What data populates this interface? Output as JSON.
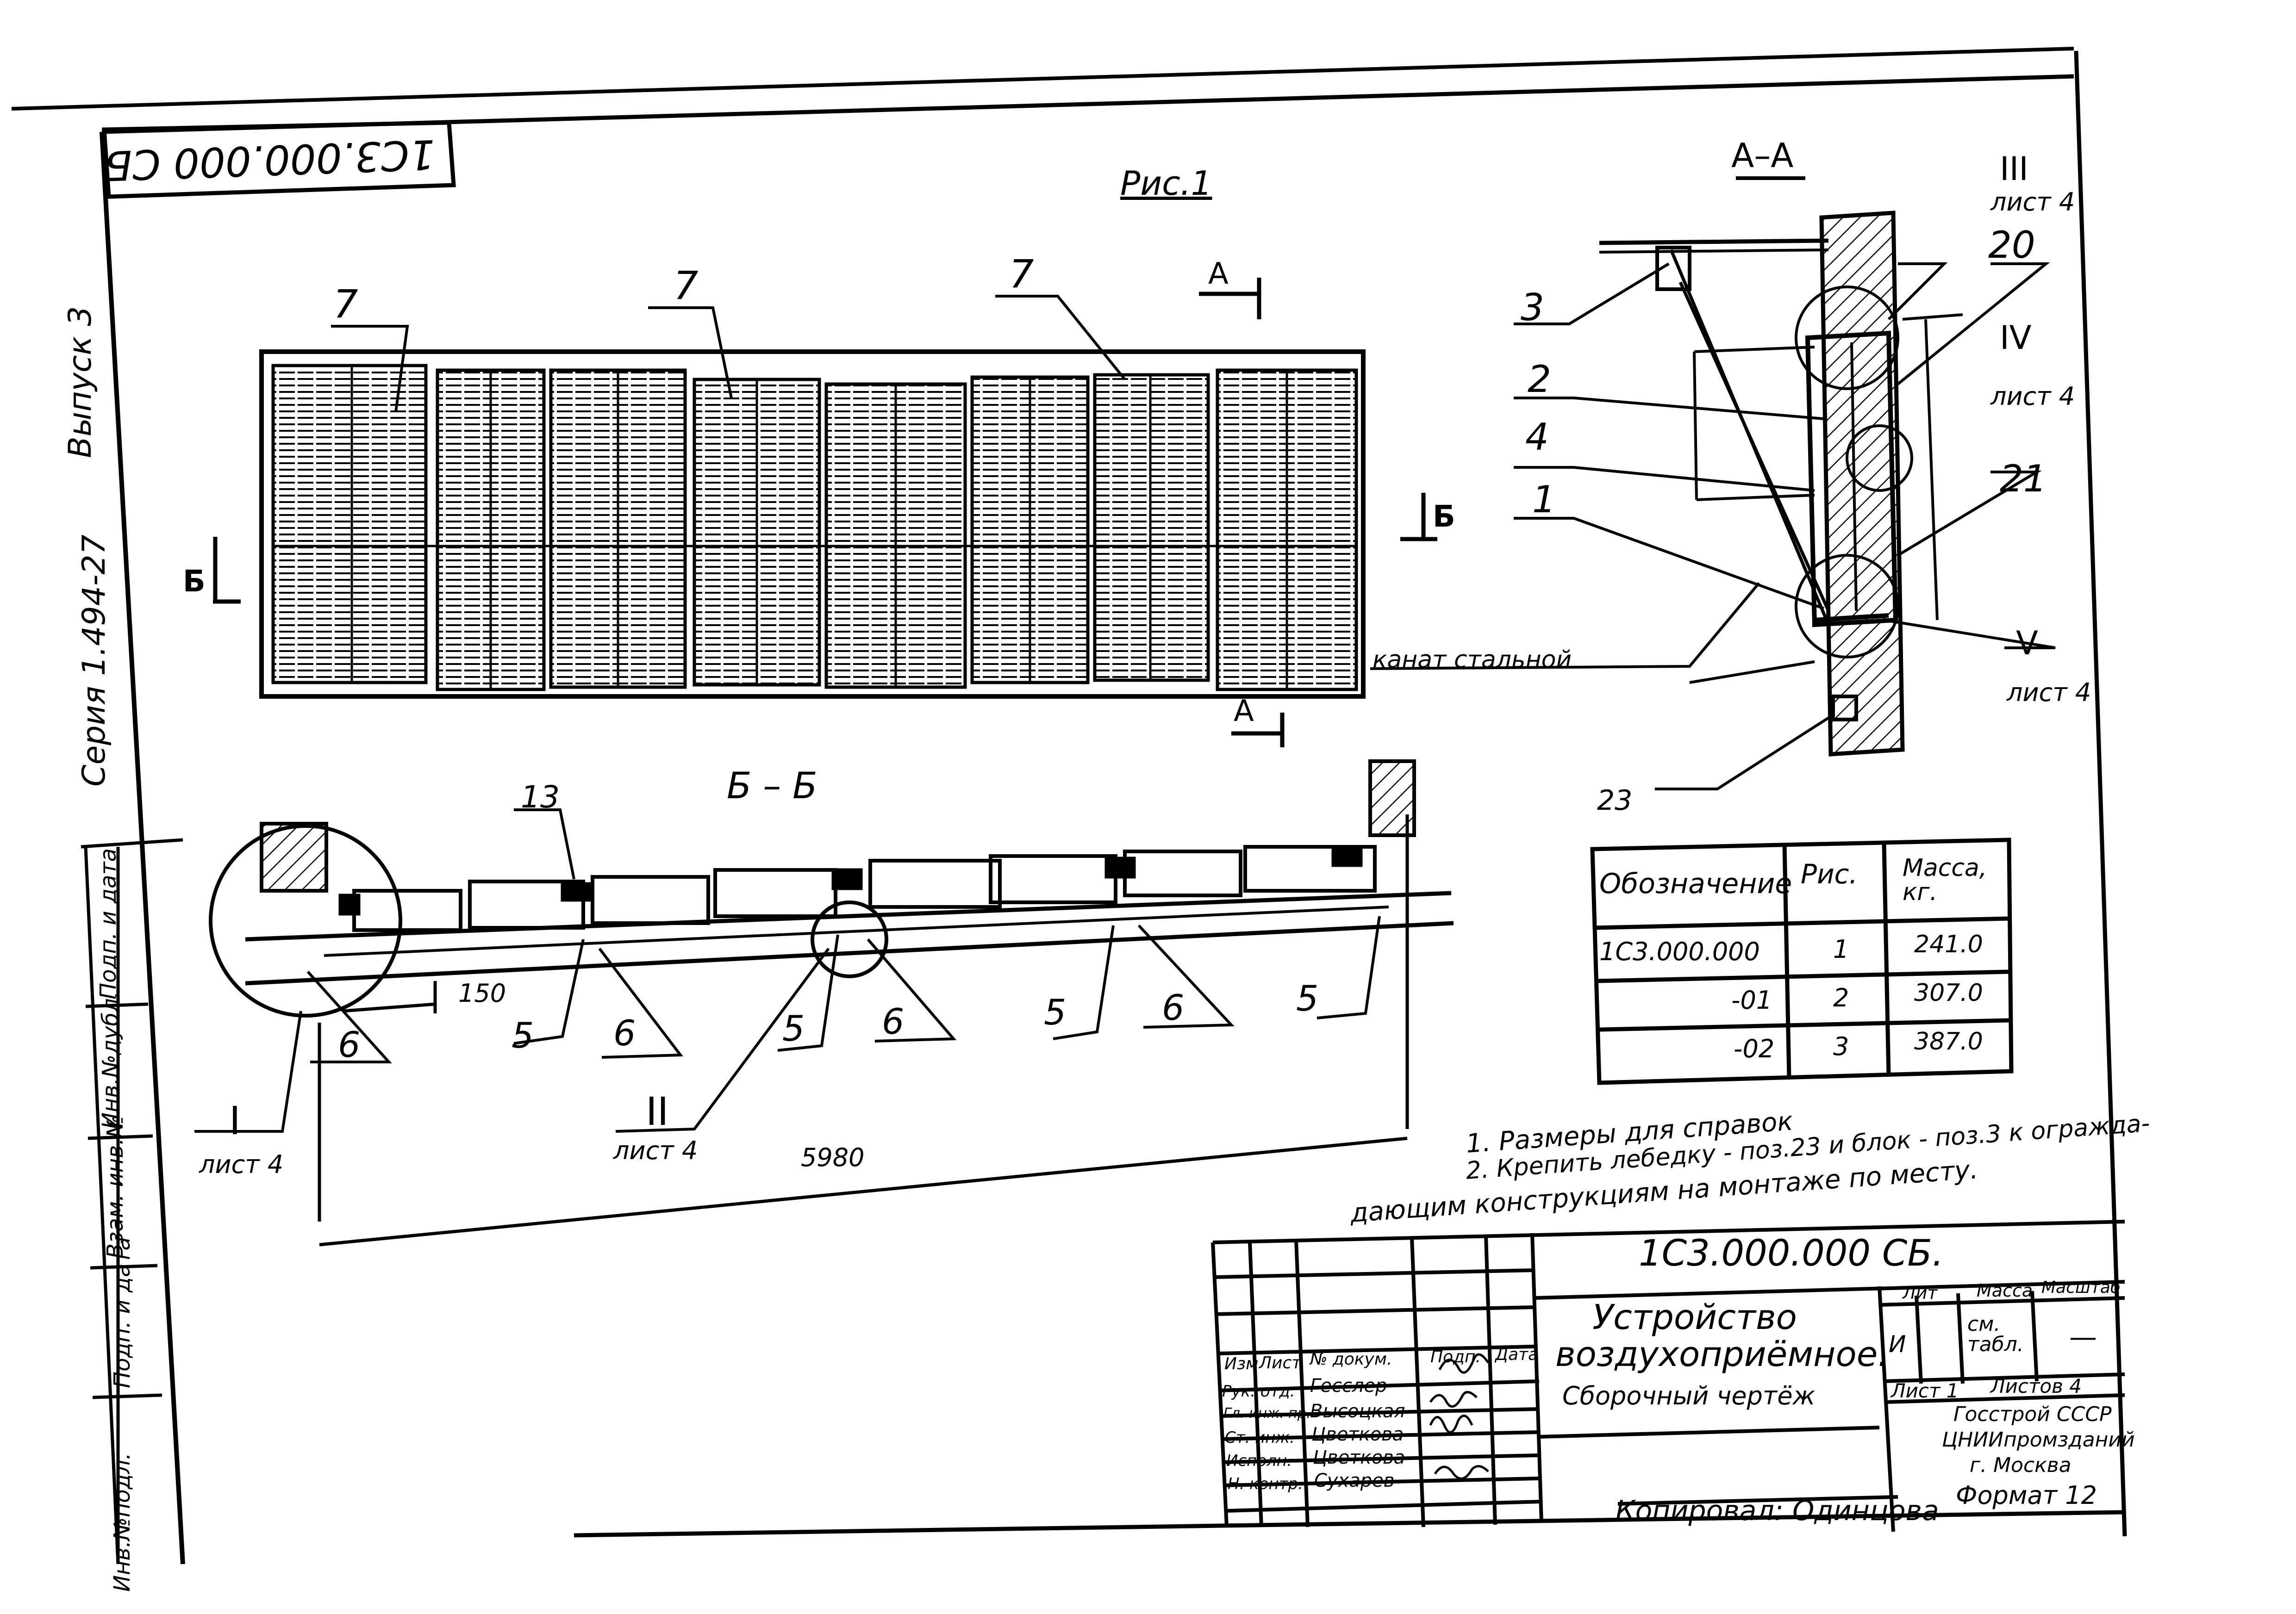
{
  "stamp_top": "1С3.000.000 СБ",
  "figure_label": "Рис.1",
  "margin": {
    "vypusk": "Выпуск 3",
    "seriya": "Серия 1.494-27",
    "cells": [
      "Инв.№подл.",
      "Подп. и дата",
      "Взам. инв.№",
      "Инв.№дубл.",
      "Подп. и дата"
    ]
  },
  "callouts": {
    "seven": "7",
    "a_mark": "А",
    "b_mark": "Б",
    "section_aa": "А–А",
    "section_bb": "Б – Б",
    "n3": "3",
    "n2": "2",
    "n4": "4",
    "n1": "1",
    "n20": "20",
    "n21": "21",
    "n23": "23",
    "n13": "13",
    "n5": "5",
    "n6": "6",
    "roman3": "III",
    "roman4": "IV",
    "roman5": "V",
    "roman1": "I",
    "roman2": "II",
    "list4": "лист 4",
    "rope": "канат стальной",
    "dim150": "150",
    "dim5980": "5980"
  },
  "table": {
    "headers": [
      "Обозначение",
      "Рис.",
      "Масса, кг."
    ],
    "rows": [
      [
        "1С3.000.000",
        "1",
        "241.0"
      ],
      [
        "-01",
        "2",
        "307.0"
      ],
      [
        "-02",
        "3",
        "387.0"
      ]
    ]
  },
  "notes": [
    "1. Размеры для справок",
    "2. Крепить лебедку - поз.23 и блок - поз.3 к огражда-",
    "дающим конструкциям на монтаже по месту."
  ],
  "title_block": {
    "code": "1С3.000.000 СБ.",
    "title_line1": "Устройство",
    "title_line2": "воздухоприёмное.",
    "title_line3": "Сборочный чертёж",
    "lit_header": "Лит",
    "mass_header": "Масса",
    "scale_header": "Масштаб",
    "lit_value": "И",
    "mass_value": "см. табл.",
    "scale_value": "—",
    "sheet_label": "Лист 1",
    "sheets_label": "Листов 4",
    "org_line1": "Госстрой СССР",
    "org_line2": "ЦНИИпромзданий",
    "org_line3": "г. Москва",
    "format": "Формат 12",
    "copied": "Копировал: Одинцова",
    "col_headers": [
      "Изм",
      "Лист",
      "№ докум.",
      "Подп.",
      "Дата"
    ],
    "roles": [
      [
        "Рук. отд.",
        "Гесслер"
      ],
      [
        "Гл. инж. пр.",
        "Высоцкая"
      ],
      [
        "Ст. инж.",
        "Цветкова"
      ],
      [
        "Исполн.",
        "Цветкова"
      ],
      [
        "Н. контр.",
        "Сухарев"
      ]
    ]
  }
}
